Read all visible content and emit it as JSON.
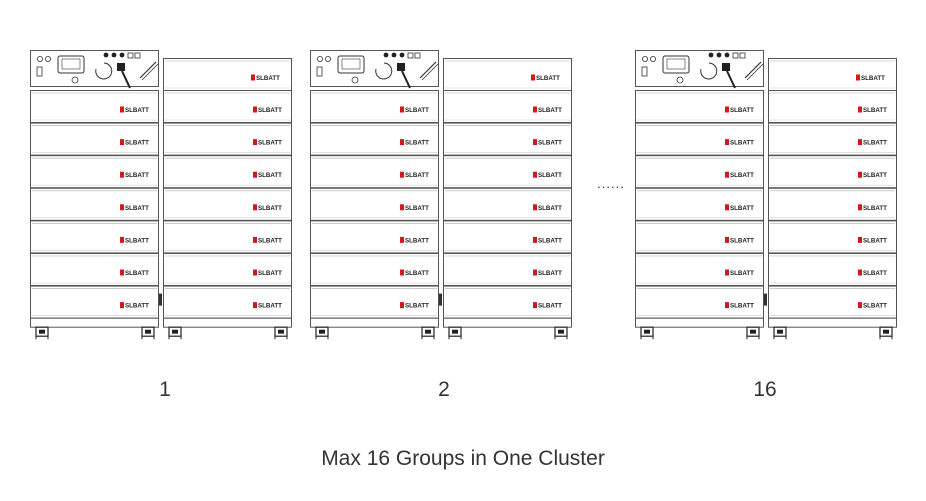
{
  "brand_text": "SLBATT",
  "group_labels": [
    "1",
    "2",
    "16"
  ],
  "ellipsis": "......",
  "caption": "Max 16 Groups in One Cluster",
  "colors": {
    "line": "#444444",
    "brand_red": "#d4171e",
    "text": "#333333"
  },
  "icons": [
    "battery-module-icon",
    "control-unit-icon",
    "caster-wheel-icon"
  ]
}
